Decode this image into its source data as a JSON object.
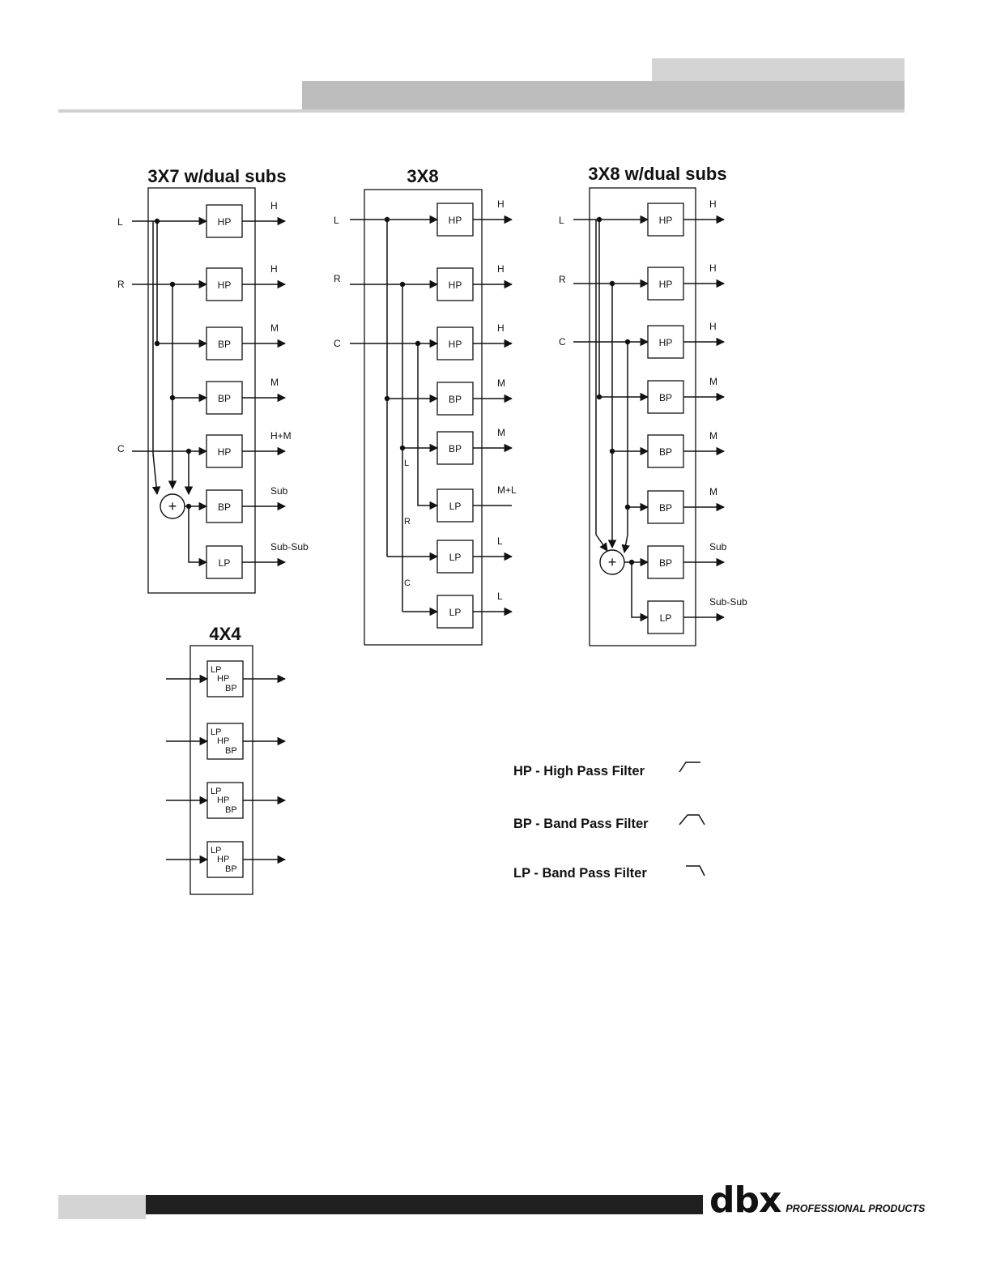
{
  "titles": {
    "c3x7": "3X7 w/dual subs",
    "c3x8": "3X8",
    "c3x8d": "3X8 w/dual subs",
    "c4x4": "4X4"
  },
  "inputs": {
    "l": "L",
    "r": "R",
    "c": "C"
  },
  "filters": {
    "hp": "HP",
    "bp": "BP",
    "lp": "LP"
  },
  "sum_symbol": "+",
  "config_3x7": {
    "outputs": [
      "H",
      "H",
      "M",
      "M",
      "H+M",
      "Sub",
      "Sub-Sub"
    ]
  },
  "config_3x8": {
    "outputs": [
      "H",
      "H",
      "H",
      "M",
      "M",
      "M+L",
      "L",
      "L"
    ],
    "wire_labels": [
      "L",
      "R",
      "C"
    ]
  },
  "config_3x8d": {
    "outputs": [
      "H",
      "H",
      "H",
      "M",
      "M",
      "M",
      "Sub",
      "Sub-Sub"
    ]
  },
  "legend": [
    {
      "abbr": "HP",
      "text": "High Pass Filter"
    },
    {
      "abbr": "BP",
      "text": "Band Pass Filter"
    },
    {
      "abbr": "LP",
      "text": "Band Pass Filter"
    }
  ],
  "legend_separator": " - ",
  "footer": {
    "brand": "dbx",
    "tagline": "PROFESSIONAL PRODUCTS"
  },
  "colors": {
    "header_light": "#d4d4d4",
    "header_dark": "#bdbdbd",
    "footer_bar": "#202020",
    "ink": "#111111"
  }
}
